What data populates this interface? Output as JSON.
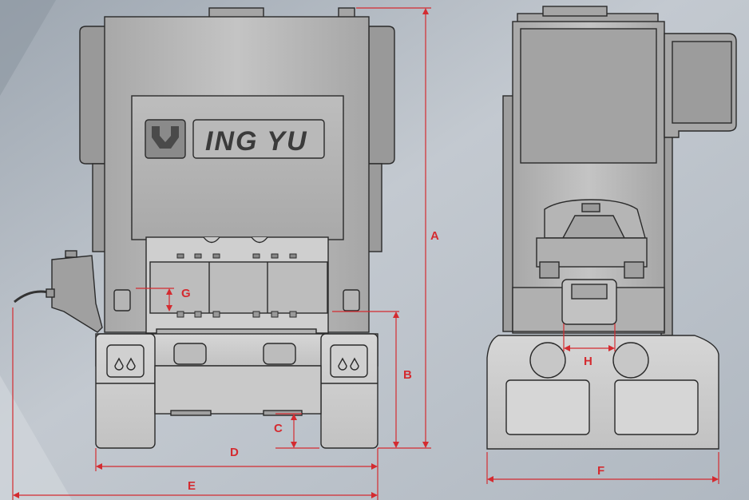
{
  "brand": {
    "name": "ING YU",
    "logo_icon": "ingyu-emblem-icon"
  },
  "dimensions": {
    "A": "A",
    "B": "B",
    "C": "C",
    "D": "D",
    "E": "E",
    "F": "F",
    "G": "G",
    "H": "H"
  },
  "colors": {
    "dimension_line": "#d42b30",
    "machine_body": "#b4b4b4",
    "machine_dark": "#8e8e8e",
    "outline": "#2a2a2a",
    "background": "#b7bec7"
  }
}
